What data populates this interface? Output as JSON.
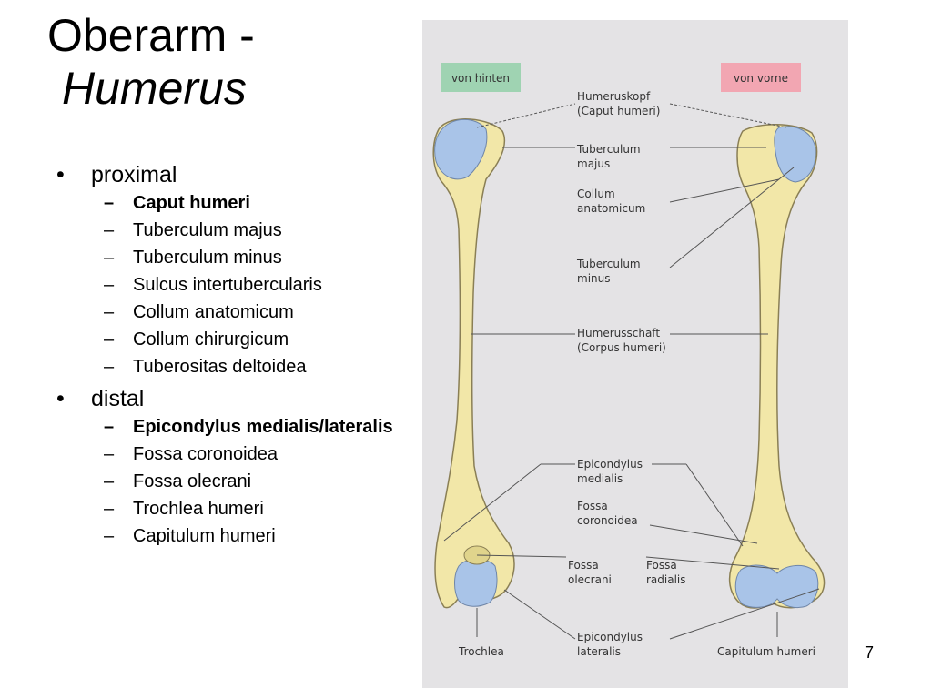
{
  "title": {
    "line1": "Oberarm -",
    "line2": "Humerus"
  },
  "sections": [
    {
      "heading": "proximal",
      "items": [
        {
          "text": "Caput humeri",
          "bold": true
        },
        {
          "text": "Tuberculum majus",
          "bold": false
        },
        {
          "text": "Tuberculum minus",
          "bold": false
        },
        {
          "text": "Sulcus intertubercularis",
          "bold": false
        },
        {
          "text": "Collum anatomicum",
          "bold": false
        },
        {
          "text": "Collum chirurgicum",
          "bold": false
        },
        {
          "text": "Tuberositas deltoidea",
          "bold": false
        }
      ]
    },
    {
      "heading": "distal",
      "items": [
        {
          "text": "Epicondylus medialis/lateralis",
          "bold": true
        },
        {
          "text": "Fossa coronoidea",
          "bold": false
        },
        {
          "text": "Fossa olecrani",
          "bold": false
        },
        {
          "text": "Trochlea humeri",
          "bold": false
        },
        {
          "text": "Capitulum humeri",
          "bold": false
        }
      ]
    }
  ],
  "figure": {
    "badges": {
      "left": "von hinten",
      "right": "von vorne"
    },
    "labels": {
      "humeruskopf_1": "Humeruskopf",
      "humeruskopf_2": "(Caput humeri)",
      "tub_majus_1": "Tuberculum",
      "tub_majus_2": "majus",
      "collum_1": "Collum",
      "collum_2": "anatomicum",
      "tub_minus_1": "Tuberculum",
      "tub_minus_2": "minus",
      "schaft_1": "Humerusschaft",
      "schaft_2": "(Corpus humeri)",
      "epi_med_1": "Epicondylus",
      "epi_med_2": "medialis",
      "fossa_cor_1": "Fossa",
      "fossa_cor_2": "coronoidea",
      "fossa_ole_1": "Fossa",
      "fossa_ole_2": "olecrani",
      "fossa_rad_1": "Fossa",
      "fossa_rad_2": "radialis",
      "epi_lat_1": "Epicondylus",
      "epi_lat_2": "lateralis",
      "trochlea": "Trochlea",
      "capitulum": "Capitulum humeri"
    },
    "colors": {
      "background": "#e4e3e5",
      "bone": "#f2e7a8",
      "bone_outline": "#8a7f55",
      "cartilage": "#a9c4e8",
      "badge_hinten": "#9fd3b2",
      "badge_vorne": "#f2a6b2"
    }
  },
  "slide_number": "7"
}
